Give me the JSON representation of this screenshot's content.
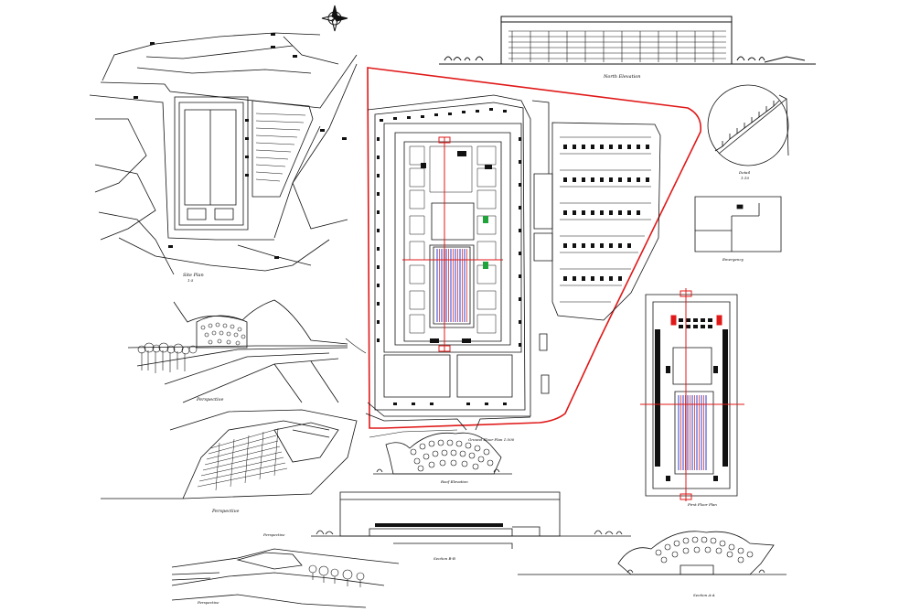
{
  "colors": {
    "line": "#111111",
    "site_boundary": "#e01818",
    "pool_lanes": "#2b3bd6",
    "pool_lane_dividers": "#d01a1a",
    "green_marks": "#1fa33a",
    "red_marks": "#e01818"
  },
  "captions": {
    "north_elevation": "North Elevation",
    "site_plan": "Site Plan",
    "site_plan_scale": "1:5",
    "perspective_1": "Perspective",
    "perspective_2": "Perspective",
    "perspective_3": "Perspective",
    "perspective_4": "Perspective",
    "ground_floor_plan": "Ground Floor Plan 1:500",
    "detail": "Detail",
    "detail_scale": "1:10",
    "emergency": "Emergency",
    "first_floor_plan": "First Floor Plan",
    "roof_elevation": "Roof Elevation",
    "section": "Section B-B",
    "section_aa": "Section A-A"
  },
  "icons": [
    "north-arrow-icon"
  ]
}
